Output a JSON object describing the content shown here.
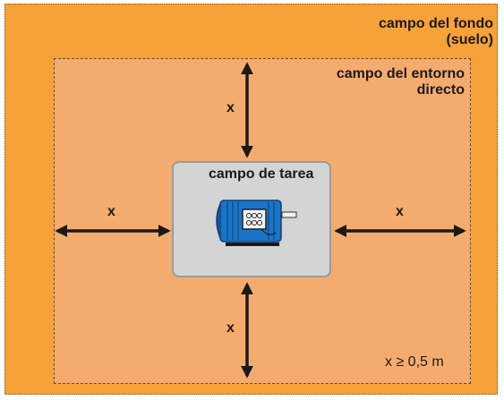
{
  "colors": {
    "background_field": "#f6a238",
    "environment_field": "#f4ac6e",
    "task_field": "#d4d4d4",
    "arrow": "#1a1a1a",
    "motor": "#1a75c9"
  },
  "labels": {
    "background_field_line1": "campo del fondo",
    "background_field_line2": "(suelo)",
    "environment_field_line1": "campo del entorno",
    "environment_field_line2": "directo",
    "task_field": "campo de tarea"
  },
  "distance_symbol": "x",
  "condition": "x ≥ 0,5 m",
  "icons": {
    "motor": "electric-motor-icon",
    "arrows": "double-headed-arrow"
  }
}
